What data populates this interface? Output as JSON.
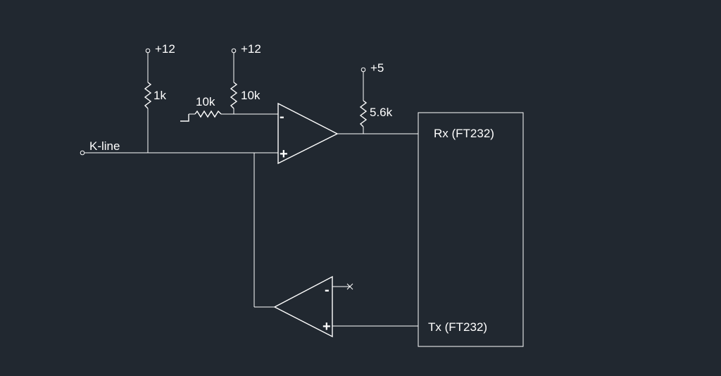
{
  "colors": {
    "background": "#212830",
    "stroke": "#ffffff",
    "text": "#ffffff"
  },
  "icons": {
    "terminal": "open-circle-terminal",
    "resistor": "zigzag-resistor",
    "ground": "ground-symbol",
    "no_connect": "x-mark"
  },
  "labels": {
    "supply_r1": "+12",
    "supply_r2": "+12",
    "supply_r3": "+5",
    "r1_value": "1k",
    "r2_value": "10k",
    "r3_value": "10k",
    "r4_value": "5.6k",
    "k_line": "K-line",
    "rx": "Rx (FT232)",
    "tx": "Tx (FT232)",
    "comp1_minus": "-",
    "comp1_plus": "+",
    "comp2_minus": "-",
    "comp2_plus": "+"
  }
}
